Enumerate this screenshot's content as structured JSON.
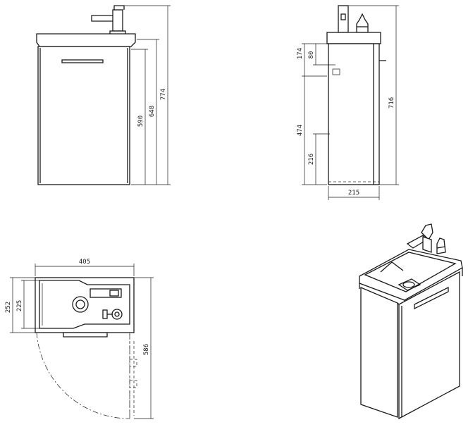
{
  "dimensions": {
    "front": {
      "d590": "590",
      "d648": "648",
      "d774": "774"
    },
    "side": {
      "d174": "174",
      "d80": "80",
      "d474": "474",
      "d216": "216",
      "d716": "716",
      "d215": "215"
    },
    "top": {
      "d405": "405",
      "d252": "252",
      "d225": "225",
      "d586": "586"
    }
  }
}
